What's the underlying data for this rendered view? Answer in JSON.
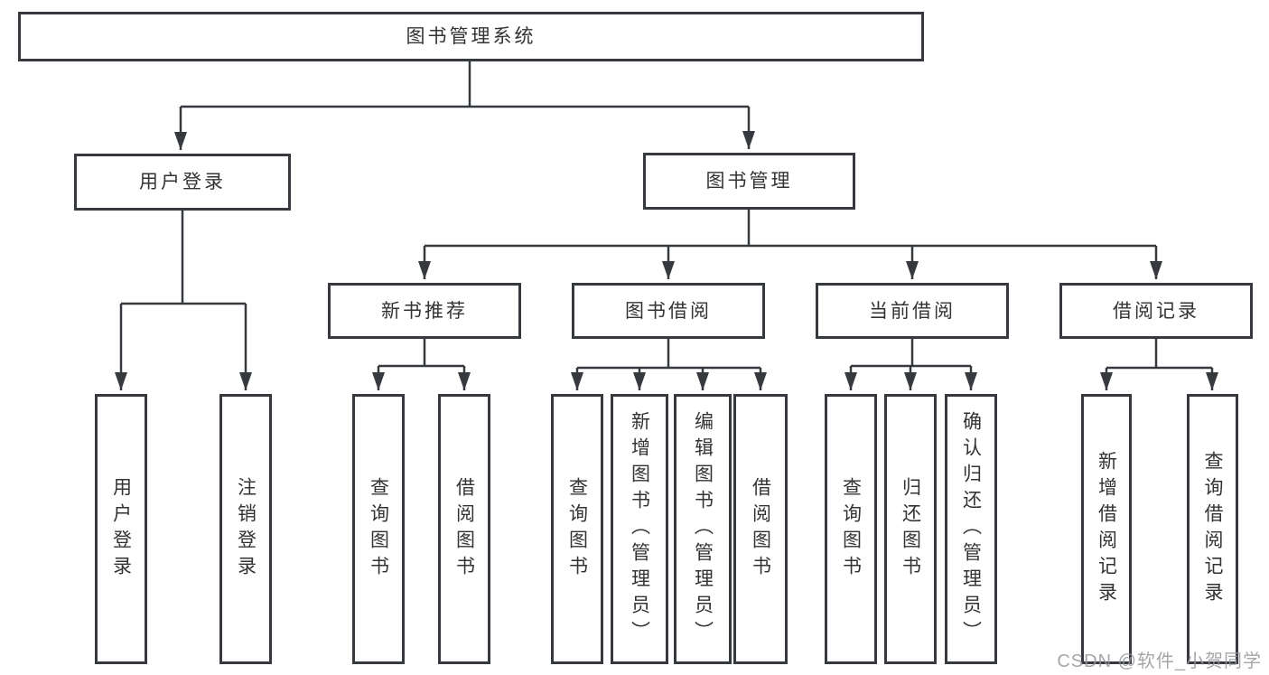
{
  "diagram": {
    "root": {
      "label": "图书管理系统"
    },
    "level2": [
      {
        "id": "user-login",
        "label": "用户登录"
      },
      {
        "id": "book-management",
        "label": "图书管理"
      }
    ],
    "level3": [
      {
        "id": "new-book-recommend",
        "label": "新书推荐"
      },
      {
        "id": "book-borrow",
        "label": "图书借阅"
      },
      {
        "id": "current-borrow",
        "label": "当前借阅"
      },
      {
        "id": "borrow-records",
        "label": "借阅记录"
      }
    ],
    "leaves": [
      {
        "id": "user-login",
        "label": "用户登录"
      },
      {
        "id": "logout",
        "label": "注销登录"
      },
      {
        "id": "query-books-recommend",
        "label": "查询图书"
      },
      {
        "id": "borrow-books-recommend",
        "label": "借阅图书"
      },
      {
        "id": "query-books-borrow",
        "label": "查询图书"
      },
      {
        "id": "add-book-admin",
        "label": "新增图书（管理员）"
      },
      {
        "id": "edit-book-admin",
        "label": "编辑图书（管理员）"
      },
      {
        "id": "borrow-books-borrow",
        "label": "借阅图书"
      },
      {
        "id": "query-books-current",
        "label": "查询图书"
      },
      {
        "id": "return-book",
        "label": "归还图书"
      },
      {
        "id": "confirm-return-admin",
        "label": "确认归还（管理员）"
      },
      {
        "id": "add-borrow-record",
        "label": "新增借阅记录"
      },
      {
        "id": "query-borrow-record",
        "label": "查询借阅记录"
      }
    ],
    "watermark": {
      "text": "CSDN @软件_小贺同学"
    },
    "colors": {
      "line": "#36393d",
      "text": "#333333",
      "background": "#ffffff",
      "watermark": "#96979a"
    }
  }
}
